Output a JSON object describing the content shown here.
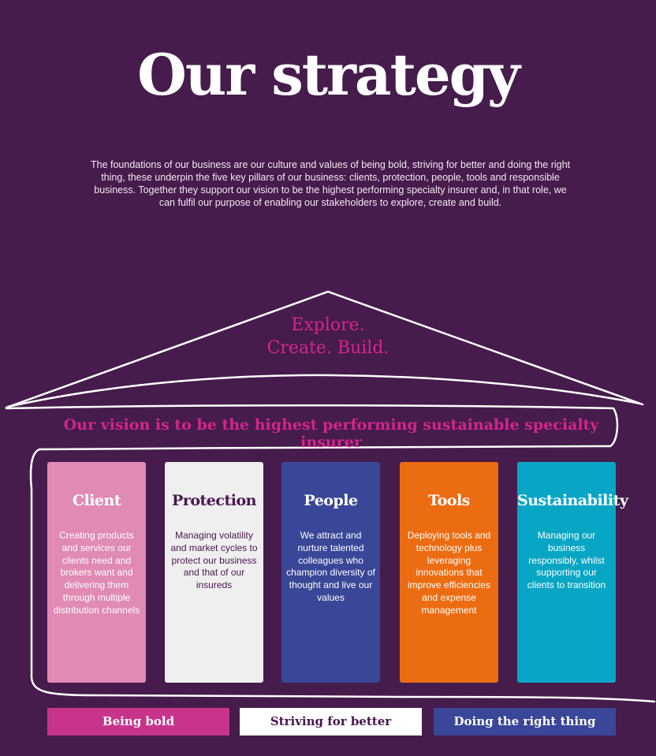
{
  "title": "Our strategy",
  "intro": "The foundations of our business are our culture and values of being bold, striving for better and doing the right thing, these underpin the five key pillars of our business: clients, protection, people, tools and responsible business. Together they support our vision to be the highest performing specialty insurer and, in that role, we can fulfil our purpose of enabling our stakeholders to explore, create and build.",
  "purpose": {
    "line1": "Explore.",
    "line2": "Create. Build."
  },
  "vision": "Our vision is to be the highest performing sustainable specialty insurer",
  "pillars": [
    {
      "title": "Client",
      "text": "Creating products and services our clients need and brokers want and delivering them through multiple distribution channels",
      "color": "#e08ab5"
    },
    {
      "title": "Protection",
      "text": "Managing volatility and market cycles to protect our business and that of our insureds",
      "color": "#efefef"
    },
    {
      "title": "People",
      "text": "We attract and nurture talented colleagues who champion diversity of thought and live our values",
      "color": "#3a4697"
    },
    {
      "title": "Tools",
      "text": "Deploying tools and technology plus leveraging innovations that improve efficiencies and expense management",
      "color": "#ec6c12"
    },
    {
      "title": "Sustainability",
      "text": "Managing our business responsibly, whilst supporting our clients to transition",
      "color": "#08a6c4"
    }
  ],
  "values": [
    {
      "label": "Being bold",
      "color": "#c8348b"
    },
    {
      "label": "Striving for better",
      "color": "#ffffff"
    },
    {
      "label": "Doing the right thing",
      "color": "#3a4697"
    }
  ]
}
